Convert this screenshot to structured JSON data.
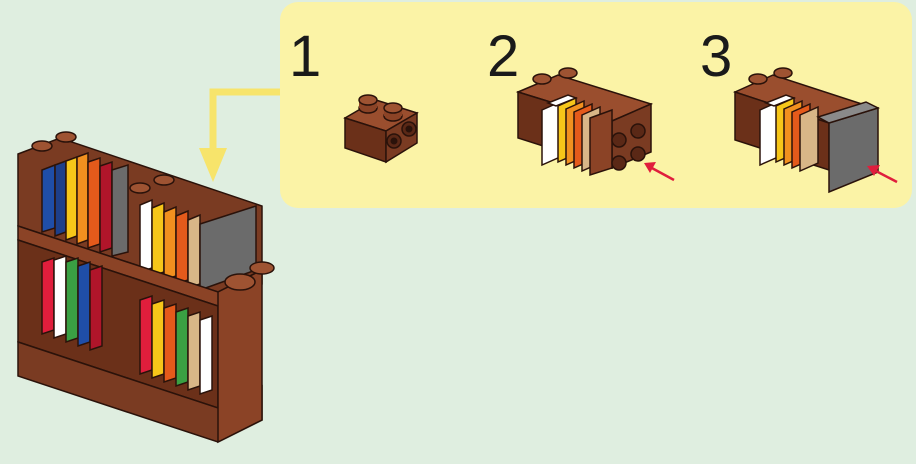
{
  "panel": {
    "background": "#fbf3a6",
    "steps": [
      {
        "number": "1",
        "label": "brick-with-side-studs"
      },
      {
        "number": "2",
        "label": "book-row-on-brick"
      },
      {
        "number": "3",
        "label": "grey-tile-attached"
      }
    ]
  },
  "colors": {
    "background": "#dfeee0",
    "brown": "#7a3b22",
    "brown_light": "#9a4e2e",
    "brown_dark": "#4f2414",
    "arrow_red": "#e01e3c",
    "connector_yellow": "#f7e46b",
    "grey_tile": "#6b6b6b"
  },
  "icons": [
    "bookshelf-model",
    "step-arrow",
    "red-pointer-arrow"
  ]
}
